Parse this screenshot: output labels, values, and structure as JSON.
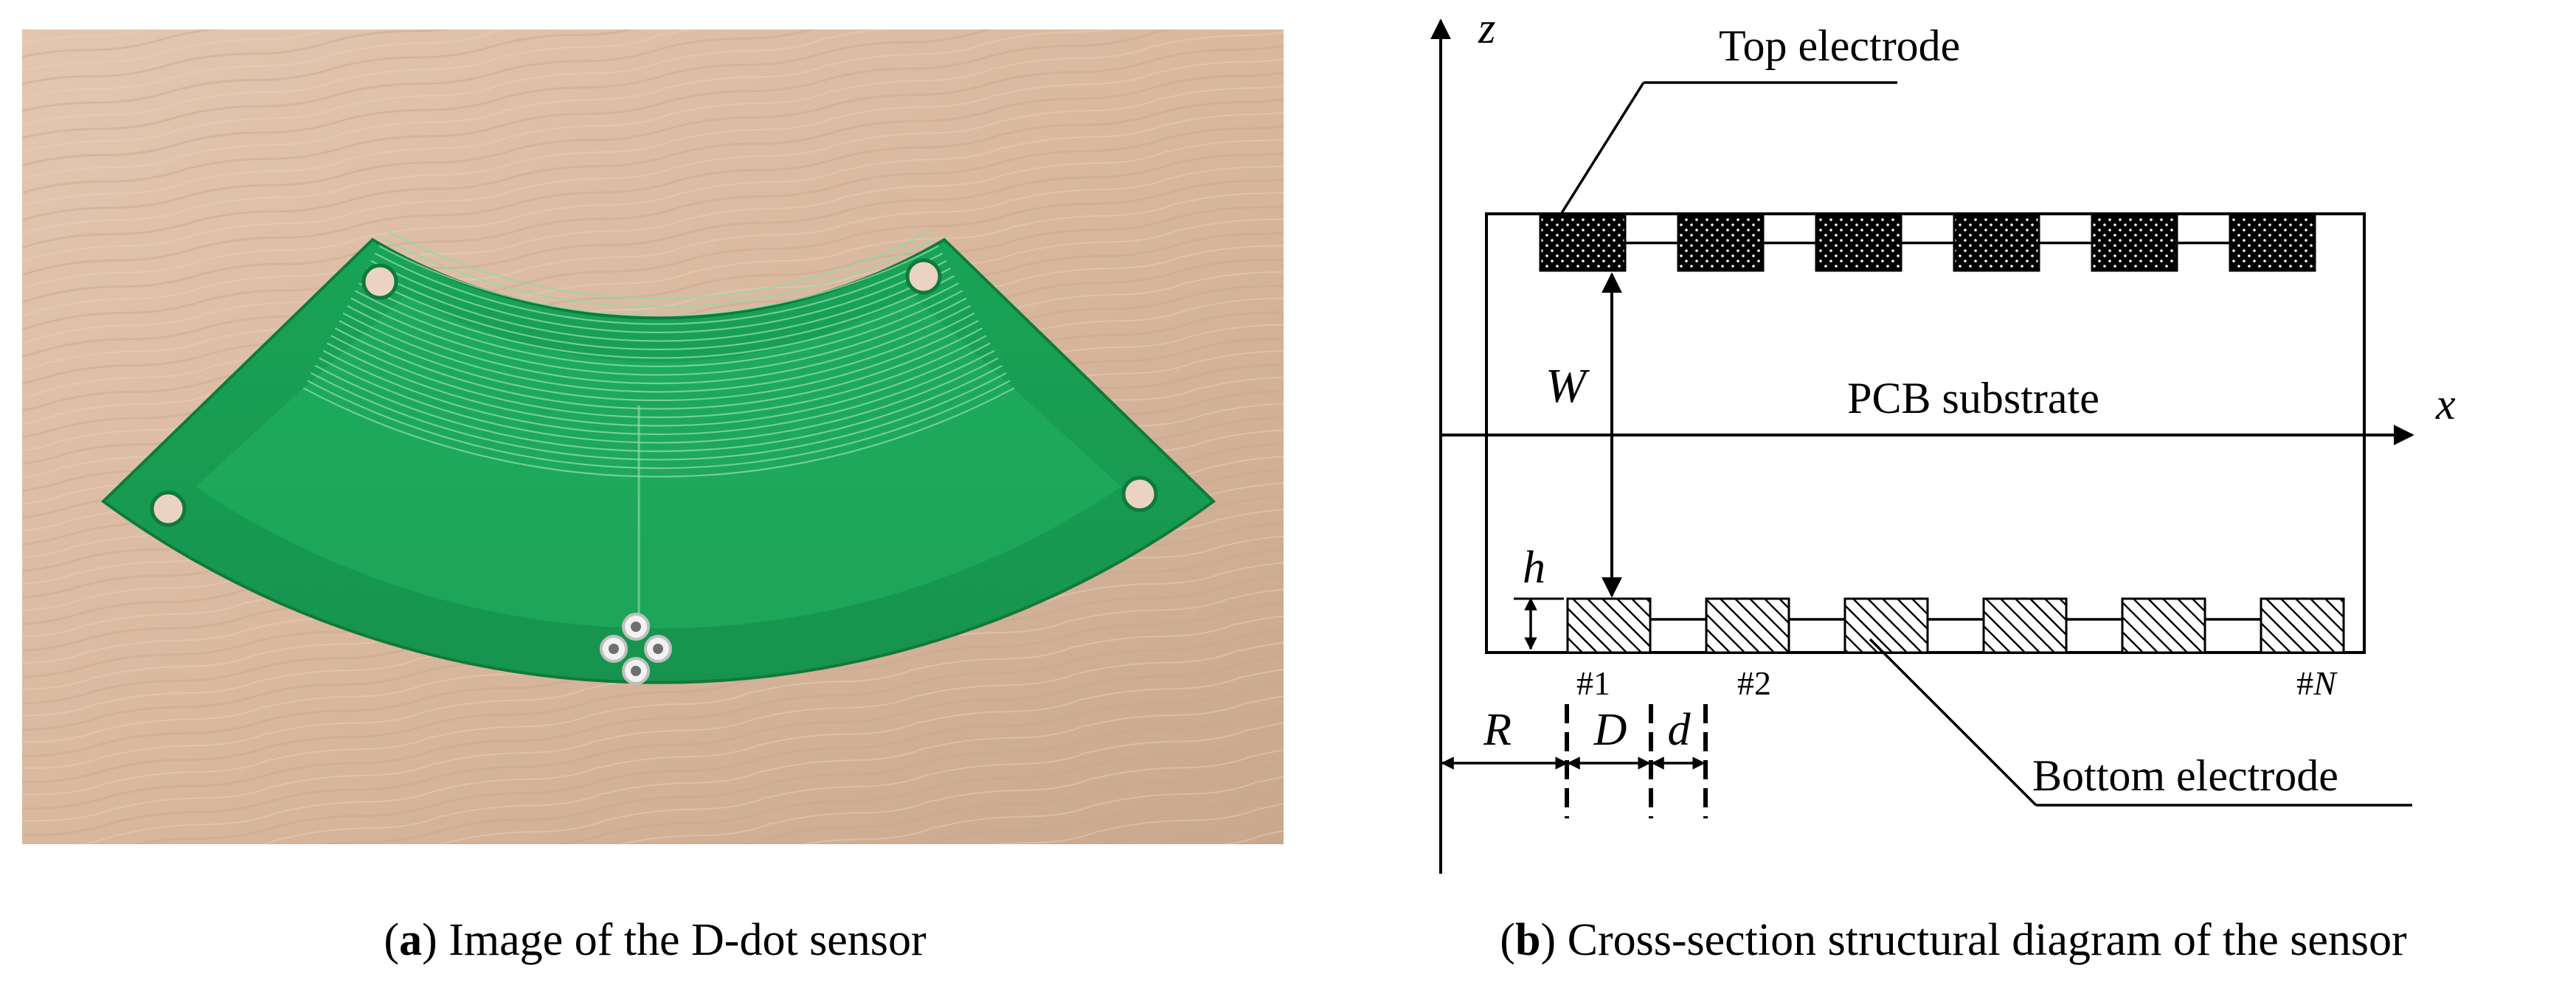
{
  "panel_a": {
    "caption_label": "a",
    "caption_text": " Image of the D-dot sensor"
  },
  "panel_b": {
    "caption_label": "b",
    "caption_text": " Cross-section structural diagram of the sensor",
    "axis_z": "z",
    "axis_x": "x",
    "top_electrode_label": "Top electrode",
    "bottom_electrode_label": "Bottom electrode",
    "substrate_label": "PCB substrate",
    "dim_W": "W",
    "dim_h": "h",
    "dim_R": "R",
    "dim_D": "D",
    "dim_d": "d",
    "electrode_1": "#1",
    "electrode_2": "#2",
    "electrode_n_prefix": "#",
    "electrode_n_suffix": "N",
    "top_electrode_count": 6,
    "bottom_electrode_count": 6
  },
  "colors": {
    "pcb_green": "#1f9e52",
    "table_wood": "#d8b9a0",
    "ink": "#000000"
  }
}
